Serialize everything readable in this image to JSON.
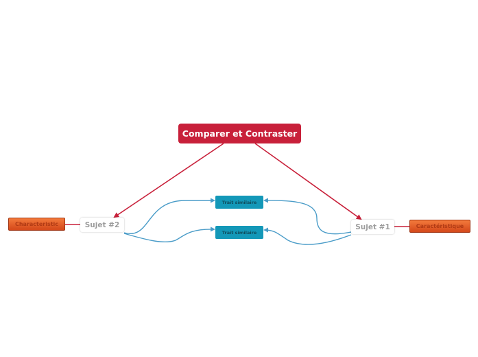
{
  "central": {
    "label": "Comparer et Contraster"
  },
  "subjects": {
    "left": {
      "label": "Sujet #2"
    },
    "right": {
      "label": "Sujet #1"
    }
  },
  "traits": [
    {
      "label": "Trait similaire"
    },
    {
      "label": "Trait similaire"
    }
  ],
  "characteristics": {
    "left": {
      "label": "Characteristic"
    },
    "right": {
      "label": "Caractéristique"
    }
  },
  "colors": {
    "central": "#c8203a",
    "main_link": "#c8203a",
    "trait_fill": "#1398b8",
    "trait_link": "#4a9cc8",
    "characteristic_fill": "#e8602a",
    "characteristic_link": "#c8203a"
  }
}
